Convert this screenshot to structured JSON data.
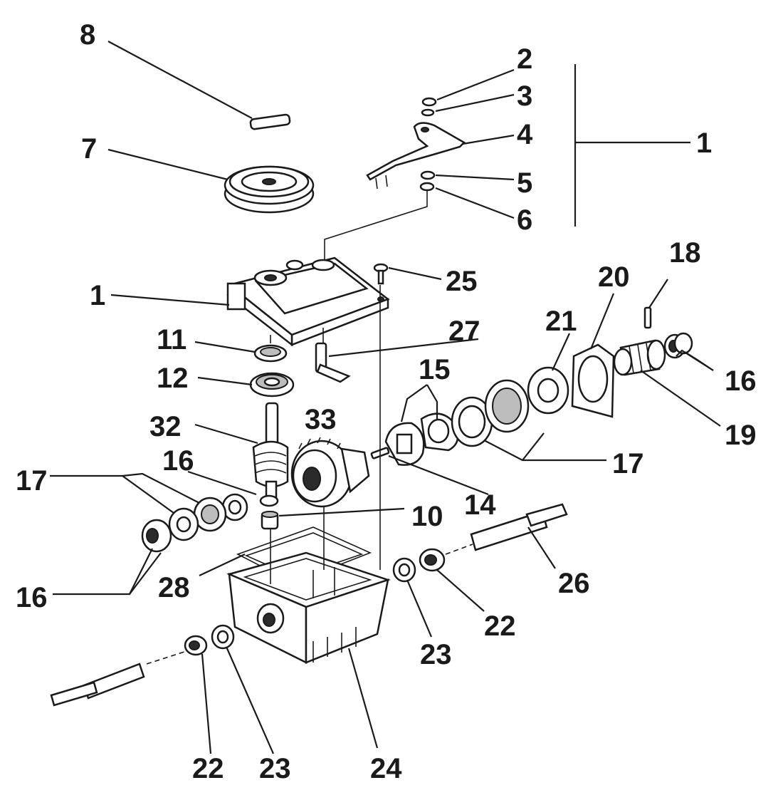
{
  "labels": {
    "l8": "8",
    "l2": "2",
    "l3": "3",
    "l4": "4",
    "l1_right": "1",
    "l5": "5",
    "l6": "6",
    "l7": "7",
    "l18": "18",
    "l20": "20",
    "l25": "25",
    "l1_left": "1",
    "l21": "21",
    "l27": "27",
    "l11": "11",
    "l15": "15",
    "l16_right": "16",
    "l12": "12",
    "l19": "19",
    "l32": "32",
    "l33": "33",
    "l17_right": "17",
    "l16_mid": "16",
    "l17_left": "17",
    "l14": "14",
    "l10": "10",
    "l26": "26",
    "l28": "28",
    "l16_left": "16",
    "l22_right": "22",
    "l23_right": "23",
    "l22_bottom": "22",
    "l23_bottom": "23",
    "l24": "24"
  }
}
